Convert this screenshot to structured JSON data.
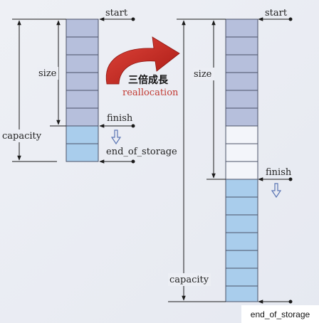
{
  "left_vector": {
    "labels": {
      "start": "start",
      "size": "size",
      "finish": "finish",
      "capacity": "capacity",
      "end_of_storage": "end_of_storage"
    },
    "used_slots": 6,
    "free_slots": 2
  },
  "right_vector": {
    "labels": {
      "start": "start",
      "size": "size",
      "finish": "finish",
      "capacity": "capacity"
    },
    "used_slots": 6,
    "free_slots": 10
  },
  "transition": {
    "title_zh": "三倍成長",
    "subtitle": "reallocation"
  },
  "caption": "end_of_storage",
  "colors": {
    "used_fill": "#b6bfdc",
    "free_fill": "#a9cdec",
    "empty_fill": "#f3f5fa",
    "cell_border": "#4b5268",
    "arrow_red": "#cc2a22",
    "line": "#1a1a1a",
    "pointer_blue": "#5b76b4"
  }
}
